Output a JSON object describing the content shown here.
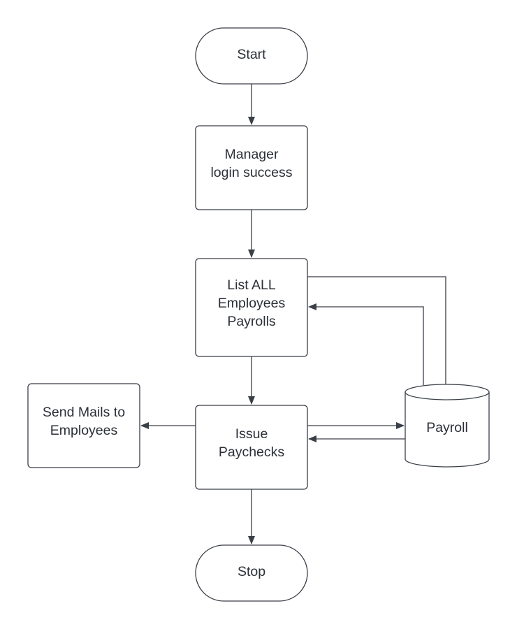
{
  "diagram": {
    "type": "flowchart",
    "colors": {
      "stroke": "#3a3f47",
      "text": "#2b2f36",
      "background": "#ffffff"
    },
    "nodes": {
      "start": {
        "shape": "terminator",
        "lines": [
          "Start"
        ]
      },
      "manager_login": {
        "shape": "process",
        "lines": [
          "Manager",
          "login success"
        ]
      },
      "list_payrolls": {
        "shape": "process",
        "lines": [
          "List ALL",
          "Employees",
          "Payrolls"
        ]
      },
      "issue_paychecks": {
        "shape": "process",
        "lines": [
          "Issue",
          "Paychecks"
        ]
      },
      "send_mails": {
        "shape": "process",
        "lines": [
          "Send Mails to",
          "Employees"
        ]
      },
      "payroll_db": {
        "shape": "database",
        "lines": [
          "Payroll"
        ]
      },
      "stop": {
        "shape": "terminator",
        "lines": [
          "Stop"
        ]
      }
    },
    "edges": [
      {
        "from": "start",
        "to": "manager_login"
      },
      {
        "from": "manager_login",
        "to": "list_payrolls"
      },
      {
        "from": "list_payrolls",
        "to": "payroll_db"
      },
      {
        "from": "payroll_db",
        "to": "list_payrolls"
      },
      {
        "from": "list_payrolls",
        "to": "issue_paychecks"
      },
      {
        "from": "issue_paychecks",
        "to": "payroll_db"
      },
      {
        "from": "payroll_db",
        "to": "issue_paychecks"
      },
      {
        "from": "issue_paychecks",
        "to": "send_mails"
      },
      {
        "from": "issue_paychecks",
        "to": "stop"
      }
    ]
  }
}
